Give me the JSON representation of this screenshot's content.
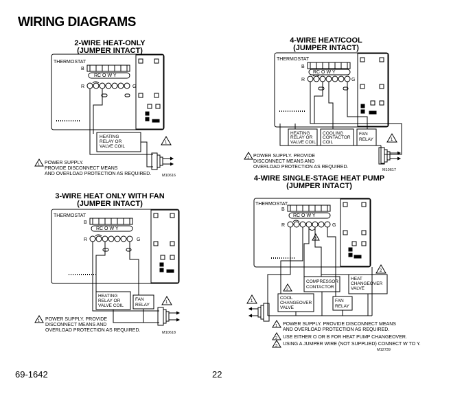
{
  "page": {
    "title": "WIRING DIAGRAMS",
    "doc_number": "69-1642",
    "page_number": "22"
  },
  "terminals": {
    "thermostat": "THERMOSTAT",
    "b": "B",
    "r": "R",
    "g": "G",
    "row": "RC  O  W  Y"
  },
  "d1": {
    "title1": "2-WIRE HEAT-ONLY",
    "title2": "(JUMPER INTACT)",
    "heating1": "HEATING",
    "heating2": "RELAY OR",
    "heating3": "VALVE COIL",
    "note1": "POWER SUPPLY.",
    "note2": "PROVIDE DISCONNECT MEANS",
    "note3": "AND OVERLOAD PROTECTION AS REQUIRED.",
    "code": "M10616"
  },
  "d2": {
    "title1": "4-WIRE HEAT/COOL",
    "title2": "(JUMPER INTACT)",
    "heating1": "HEATING",
    "heating2": "RELAY OR",
    "heating3": "VALVE COIL",
    "cooling1": "COOLING",
    "cooling2": "CONTACTOR",
    "cooling3": "COIL",
    "fan1": "FAN",
    "fan2": "RELAY",
    "note1": "POWER SUPPLY.  PROVIDE",
    "note2": "DISCONNECT MEANS AND",
    "note3": "OVERLOAD PROTECTION AS REQUIRED.",
    "code": "M10617"
  },
  "d3": {
    "title1": "3-WIRE HEAT ONLY WITH FAN",
    "title2": "(JUMPER INTACT)",
    "heating1": "HEATING",
    "heating2": "RELAY OR",
    "heating3": "VALVE COIL",
    "fan1": "FAN",
    "fan2": "RELAY",
    "note1": "POWER SUPPLY.  PROVIDE",
    "note2": "DISCONNECT MEANS AND",
    "note3": "OVERLOAD PROTECTION AS REQUIRED.",
    "code": "M10618"
  },
  "d4": {
    "title1": "4-WIRE SINGLE-STAGE HEAT PUMP",
    "title2": "(JUMPER INTACT)",
    "comp1": "COMPRESSOR",
    "comp2": "CONTACTOR",
    "heat1": "HEAT",
    "heat2": "CHANGEOVER",
    "heat3": "VALVE",
    "cool1": "COOL",
    "cool2": "CHANGEOVER",
    "cool3": "VALVE",
    "fan1": "FAN",
    "fan2": "RELAY",
    "note1": "POWER SUPPLY.  PROVIDE DISCONNECT MEANS",
    "note1b": "AND OVERLOAD PROTECTION AS REQUIRED.",
    "note2": "USE EITHER O OR B FOR HEAT PUMP CHANGEOVER.",
    "note3": "USING A JUMPER WIRE (NOT SUPPLIED) CONNECT W TO Y.",
    "code": "M12739"
  },
  "callouts": {
    "one": "1",
    "two": "2",
    "three": "3"
  }
}
